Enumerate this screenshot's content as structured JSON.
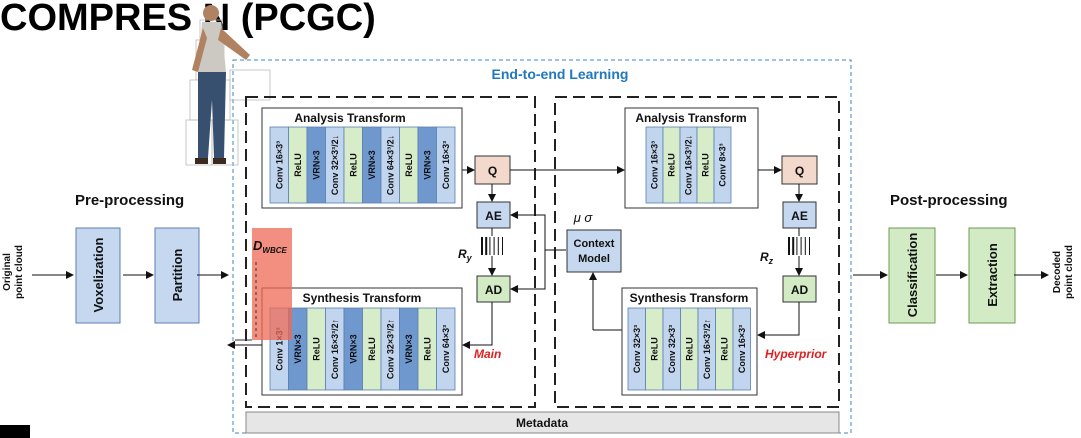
{
  "header": {
    "title": "COMPRES    N (PCGC)"
  },
  "input": {
    "line1": "Original",
    "line2": "point cloud"
  },
  "output": {
    "line1": "Decoded",
    "line2": "point cloud"
  },
  "preprocessing": {
    "title": "Pre-processing",
    "steps": [
      "Voxelization",
      "Partition"
    ]
  },
  "postprocessing": {
    "title": "Post-processing",
    "steps": [
      "Classification",
      "Extraction"
    ]
  },
  "e2e": {
    "title": "End-to-end Learning"
  },
  "main": {
    "label": "Main",
    "analysis": {
      "title": "Analysis Transform",
      "layers": [
        "Conv 16×3³",
        "ReLU",
        "VRN×3",
        "Conv 32×3³/2↓",
        "ReLU",
        "VRN×3",
        "Conv 64×3³/2↓",
        "ReLU",
        "VRN×3",
        "Conv 16×3³"
      ]
    },
    "synthesis": {
      "title": "Synthesis Transform",
      "layers": [
        "Conv 1×3³",
        "VRN×3",
        "ReLU",
        "Conv 16×3³/2↑",
        "VRN×3",
        "ReLU",
        "Conv 32×3³/2↑",
        "VRN×3",
        "ReLU",
        "Conv 64×3³"
      ]
    },
    "q": "Q",
    "ae": "AE",
    "ad": "AD",
    "rate": "R",
    "rate_sub": "y"
  },
  "hyper": {
    "label": "Hyperprior",
    "analysis": {
      "title": "Analysis Transform",
      "layers": [
        "Conv 16×3³",
        "ReLU",
        "Conv 16×3³/2↓",
        "ReLU",
        "Conv 8×3³"
      ]
    },
    "synthesis": {
      "title": "Synthesis Transform",
      "layers": [
        "Conv 32×3³",
        "ReLU",
        "Conv 32×3³",
        "ReLU",
        "Conv 16×3³/2↑",
        "ReLU",
        "Conv 16×3³"
      ]
    },
    "q": "Q",
    "ae": "AE",
    "ad": "AD",
    "rate": "R",
    "rate_sub": "z"
  },
  "context": {
    "line1": "Context",
    "line2": "Model",
    "params": "μ σ"
  },
  "loss": {
    "main": "D",
    "sub": "WBCE"
  },
  "metadata": "Metadata",
  "colors": {
    "blue_box": "#c5d8ef",
    "blue_box_border": "#5b7fb0",
    "green_box": "#d2ebc4",
    "green_box_border": "#6f9a52",
    "q_box": "#f2d9cc",
    "dashed_blue": "#3a87c8",
    "e2e_title": "#1f78c0",
    "red_label": "#e02020",
    "loss_overlay": "#ee6a55",
    "layer_conv": "#c2d5ee",
    "layer_relu": "#d7ecc9",
    "layer_vrn": "#6f98cf"
  }
}
